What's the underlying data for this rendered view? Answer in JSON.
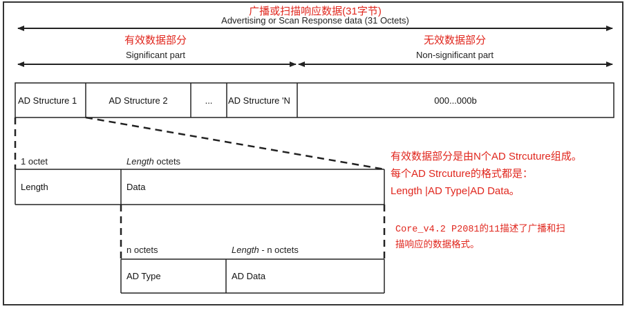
{
  "top": {
    "title_cn": "广播或扫描响应数据(31字节)",
    "title_en": "Advertising or Scan Response data (31 Octets)"
  },
  "significant": {
    "title_cn": "有效数据部分",
    "title_en": "Significant part"
  },
  "non_significant": {
    "title_cn": "无效数据部分",
    "title_en": "Non-significant part"
  },
  "row1": {
    "cells": [
      "AD Structure 1",
      "AD Structure 2",
      "...",
      "AD Structure 'N",
      "000...000b"
    ]
  },
  "structure": {
    "length_octets_label": "1 octet",
    "data_octets_italic": "Length",
    "data_octets_rest": " octets",
    "length_cell": "Length",
    "data_cell": "Data"
  },
  "data_detail": {
    "type_octets_label": "n octets",
    "data_octets_italic": "Length",
    "data_octets_rest": " - n octets",
    "type_cell": "AD Type",
    "data_cell": "AD Data"
  },
  "notes": {
    "line1": "有效数据部分是由N个AD Strcuture组成。",
    "line2": "每个AD Strcuture的格式都是：",
    "line3": "Length |AD Type|AD Data。",
    "ref_line1": "Core_v4.2 P2081的11描述了广播和扫",
    "ref_line2": "描响应的数据格式。"
  },
  "colors": {
    "annotation_red": "#e0261d",
    "line": "#222222"
  }
}
